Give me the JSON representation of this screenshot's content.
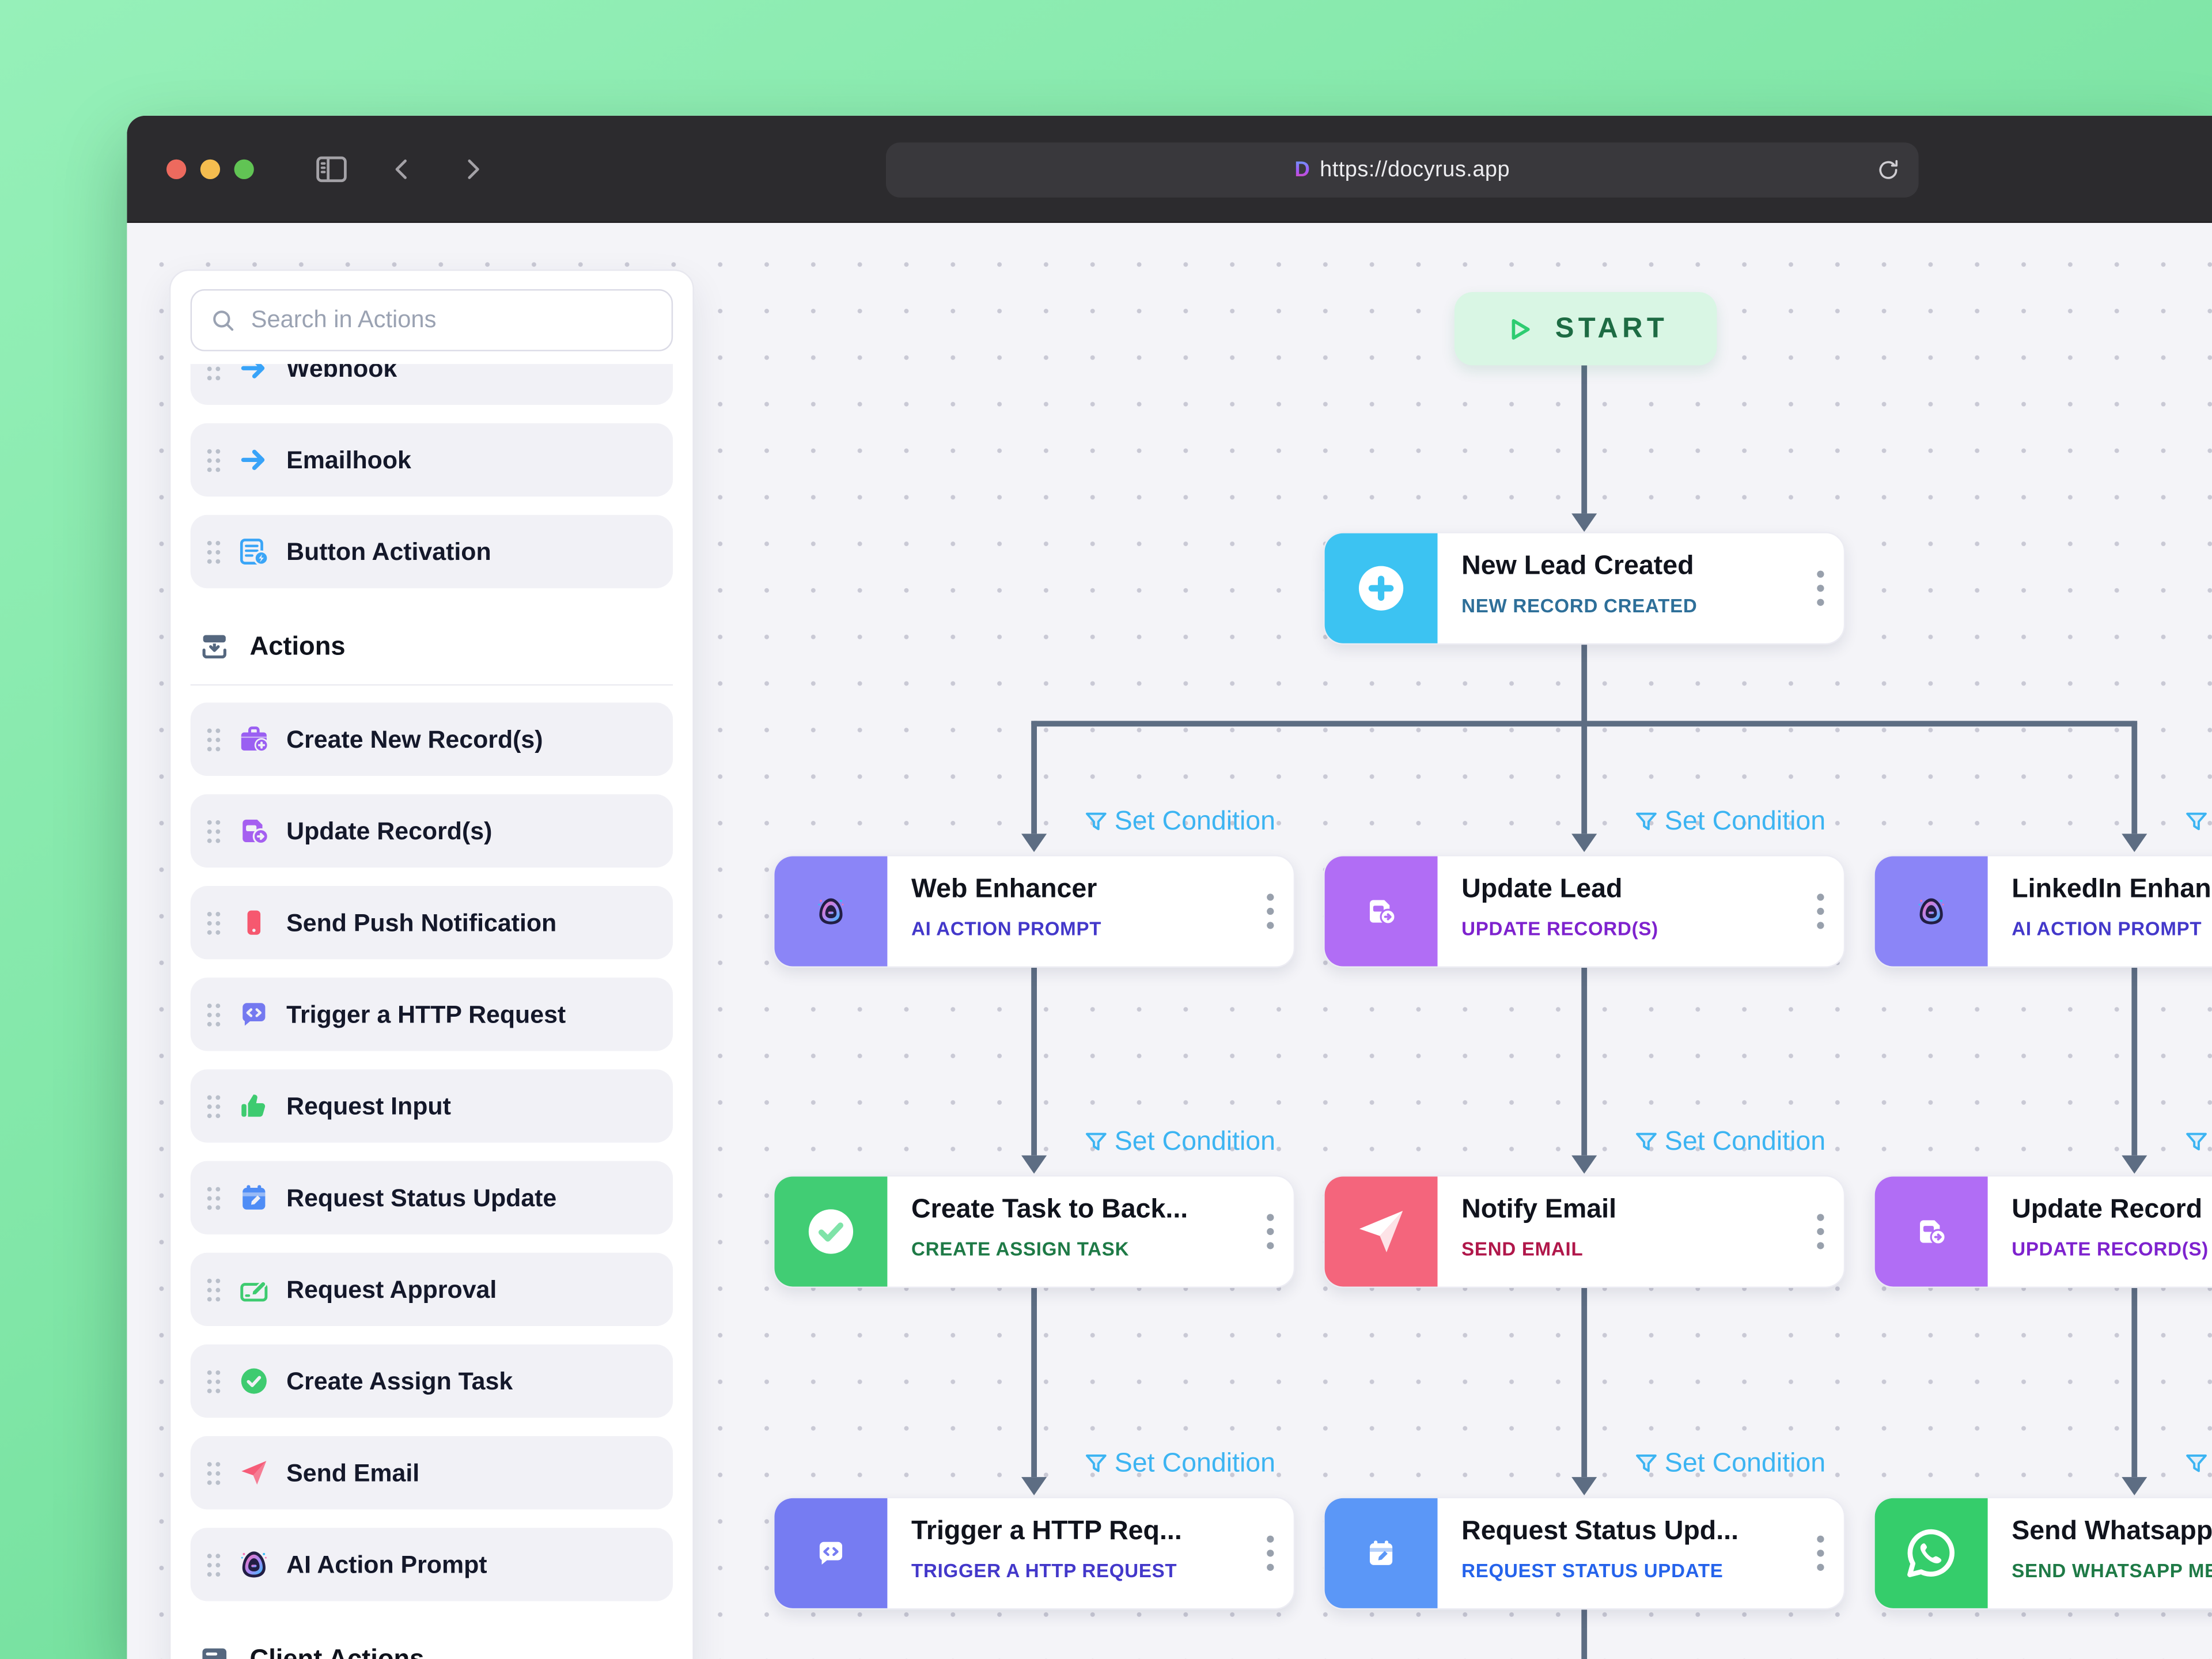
{
  "browser": {
    "url": "https://docyrus.app"
  },
  "sidebar": {
    "search_placeholder": "Search in Actions",
    "items": [
      {
        "type": "item",
        "label": "Webhook",
        "icon": "arrow-right",
        "icon_color": "#38a3f8"
      },
      {
        "type": "item",
        "label": "Emailhook",
        "icon": "arrow-right",
        "icon_color": "#38a3f8"
      },
      {
        "type": "item",
        "label": "Button Activation",
        "icon": "button-activation",
        "icon_color": "#3aa5f7"
      },
      {
        "type": "header",
        "label": "Actions",
        "icon": "actions",
        "icon_color": "#55677f"
      },
      {
        "type": "item",
        "label": "Create New Record(s)",
        "icon": "create-record",
        "icon_color": "#9a5ff2"
      },
      {
        "type": "item",
        "label": "Update Record(s)",
        "icon": "update-record",
        "icon_color": "#a55ff0"
      },
      {
        "type": "item",
        "label": "Send Push Notification",
        "icon": "push-notification",
        "icon_color": "#f6586f"
      },
      {
        "type": "item",
        "label": "Trigger a HTTP Request",
        "icon": "http-request",
        "icon_color": "#7479f0"
      },
      {
        "type": "item",
        "label": "Request Input",
        "icon": "request-input",
        "icon_color": "#3ecb70"
      },
      {
        "type": "item",
        "label": "Request Status Update",
        "icon": "status-update",
        "icon_color": "#4f8df6"
      },
      {
        "type": "item",
        "label": "Request Approval",
        "icon": "request-approval",
        "icon_color": "#3ecb70"
      },
      {
        "type": "item",
        "label": "Create Assign Task",
        "icon": "assign-task",
        "icon_color": "#3ecb70"
      },
      {
        "type": "item",
        "label": "Send Email",
        "icon": "send-email",
        "icon_color": "#f65c78"
      },
      {
        "type": "item",
        "label": "AI Action Prompt",
        "icon": "ai-prompt",
        "icon_color": "#221e44"
      },
      {
        "type": "header",
        "label": "Client Actions",
        "icon": "client-actions",
        "icon_color": "#55677f"
      }
    ]
  },
  "canvas": {
    "start_label": "START",
    "set_condition_label": "Set Condition",
    "nodes": [
      {
        "title": "New Lead Created",
        "subtitle": "NEW RECORD CREATED",
        "icon": "plus-circle",
        "accent": "#3cc3f2",
        "subtitle_color": "#2e6f99",
        "col": 1,
        "row": 0
      },
      {
        "title": "Web Enhancer",
        "subtitle": "AI ACTION PROMPT",
        "icon": "ai-prompt",
        "accent": "#8b85f7",
        "subtitle_color": "#4338ca",
        "col": 0,
        "row": 1
      },
      {
        "title": "Update Lead",
        "subtitle": "UPDATE RECORD(S)",
        "icon": "update-record",
        "accent": "#b16df5",
        "subtitle_color": "#7e22ce",
        "col": 1,
        "row": 1
      },
      {
        "title": "LinkedIn Enhancer",
        "subtitle": "AI ACTION PROMPT",
        "icon": "ai-prompt",
        "accent": "#8b85f7",
        "subtitle_color": "#4338ca",
        "col": 2,
        "row": 1
      },
      {
        "title": "Create Task to Back...",
        "subtitle": "CREATE ASSIGN TASK",
        "icon": "check-circle",
        "accent": "#41cd74",
        "subtitle_color": "#1e7a46",
        "col": 0,
        "row": 2
      },
      {
        "title": "Notify Email",
        "subtitle": "SEND EMAIL",
        "icon": "paper-plane",
        "accent": "#f4657c",
        "subtitle_color": "#b0174a",
        "col": 1,
        "row": 2
      },
      {
        "title": "Update Record",
        "subtitle": "UPDATE RECORD(S)",
        "icon": "update-record",
        "accent": "#b16df5",
        "subtitle_color": "#7e22ce",
        "col": 2,
        "row": 2
      },
      {
        "title": "Trigger a HTTP Req...",
        "subtitle": "TRIGGER A HTTP REQUEST",
        "icon": "http-request",
        "accent": "#767cf2",
        "subtitle_color": "#4338ca",
        "col": 0,
        "row": 3
      },
      {
        "title": "Request Status Upd...",
        "subtitle": "REQUEST STATUS UPDATE",
        "icon": "status-update",
        "accent": "#5b97f7",
        "subtitle_color": "#2563eb",
        "col": 1,
        "row": 3
      },
      {
        "title": "Send Whatsapp",
        "subtitle": "SEND WHATSAPP MESSAGE",
        "icon": "whatsapp",
        "accent": "#35cd6b",
        "subtitle_color": "#1e7a46",
        "col": 2,
        "row": 3
      }
    ]
  },
  "colors": {
    "arrow": "#5d6d83",
    "condition": "#3cb4f2",
    "canvas_bg": "#f4f4f8",
    "start_bg": "#d9f6e4",
    "start_text": "#1d6b43",
    "chrome_bg": "#2c2b2e"
  }
}
